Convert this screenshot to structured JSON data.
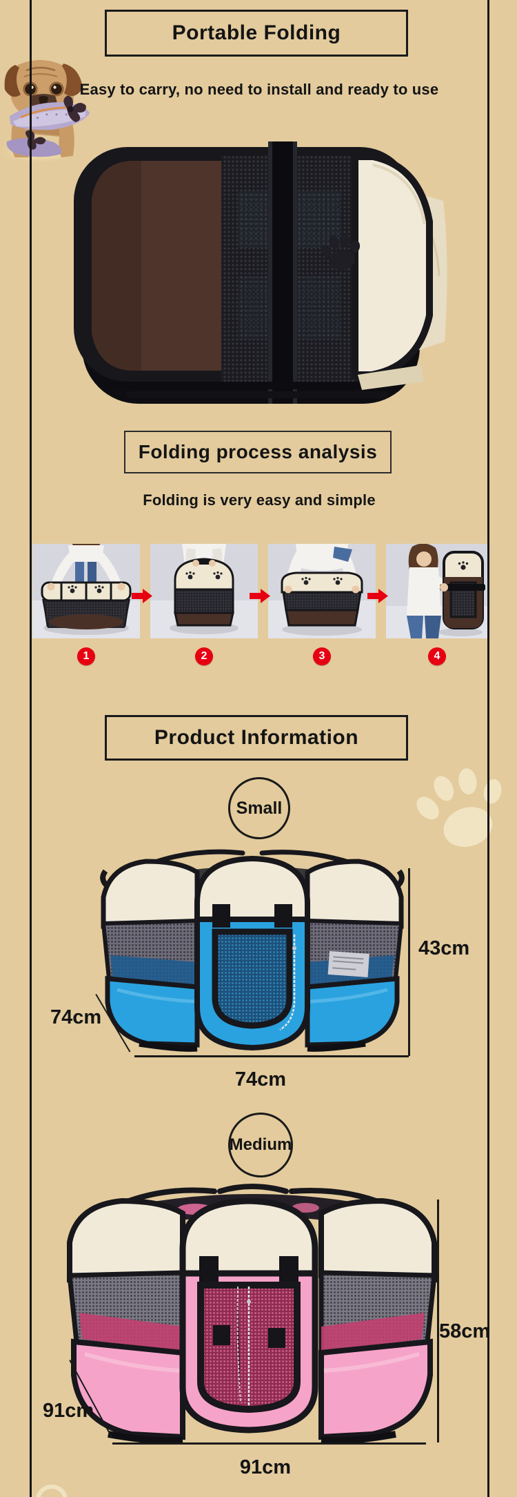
{
  "colors": {
    "background": "#e3cb9d",
    "accent_red": "#e60012",
    "text": "#141414",
    "cream_fabric": "#f1ead9",
    "brown_fabric": "#4e342a",
    "small_blue": "#2aa2df",
    "medium_pink": "#f6a3c9",
    "watermark_cream": "#f2e6c6"
  },
  "header": {
    "title": "Portable Folding",
    "subtitle": "Easy to carry, no need to install and ready to use"
  },
  "folding_section": {
    "title": "Folding process analysis",
    "subtitle": "Folding is very easy and simple",
    "steps": [
      {
        "number": "1"
      },
      {
        "number": "2"
      },
      {
        "number": "3"
      },
      {
        "number": "4"
      }
    ]
  },
  "product_section": {
    "title": "Product Information",
    "sizes": [
      {
        "label": "Small",
        "height": "43cm",
        "side": "74cm",
        "width": "74cm",
        "color": "#2aa2df"
      },
      {
        "label": "Medium",
        "height": "58cm",
        "side": "91cm",
        "width": "91cm",
        "color": "#f6a3c9"
      }
    ]
  }
}
